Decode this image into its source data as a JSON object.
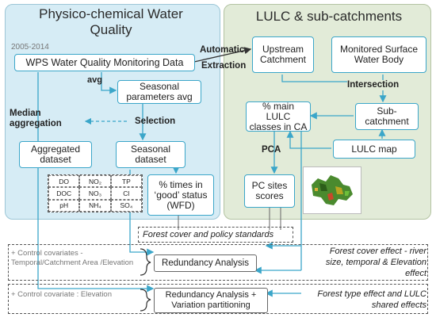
{
  "left_panel": {
    "title": "Physico-chemical Water Quality",
    "years": "2005-2014",
    "wps_box": "WPS Water Quality Monitoring Data",
    "avg_label": "avg",
    "seasonal_avg_box": "Seasonal parameters avg",
    "median_label": "Median aggregation",
    "selection_label": "Selection",
    "aggregated_box": "Aggregated dataset",
    "seasonal_box": "Seasonal dataset",
    "good_status_box": "% times in ‘good’ status (WFD)",
    "parameters": [
      "DO",
      "NO₂",
      "TP",
      "DOC",
      "NO₃",
      "Cl",
      "pH",
      "NH₄",
      "SO₄"
    ]
  },
  "right_panel": {
    "title": "LULC & sub-catchments",
    "automatic_label": "Automatic",
    "extraction_label": "Extraction",
    "upstream_box": "Upstream Catchment",
    "monitored_box": "Monitored Surface Water Body",
    "intersection_label": "Intersection",
    "lulc_classes_box": "% main LULC classes in CA",
    "subcatchment_box": "Sub-catchment",
    "pca_label": "PCA",
    "lulc_map_box": "LULC map",
    "pc_scores_box": "PC sites scores"
  },
  "bottom": {
    "forest_policy": "Forest cover and policy standards",
    "covariates_1": "+ Control covariates - Temporal/Catchment Area /Elevation",
    "rda_1": "Redundancy Analysis",
    "effect_1": "Forest cover effect - river size, temporal & Elevation effect",
    "covariates_2": "+ Control covariate : Elevation",
    "rda_2": "Redundancy Analysis + Variation partitioning",
    "effect_2": "Forest type effect and LULC shared effects"
  },
  "colors": {
    "left_panel_bg": "#d6ecf5",
    "right_panel_bg": "#e2ebd8",
    "arrow_blue": "#3ba6c9"
  }
}
